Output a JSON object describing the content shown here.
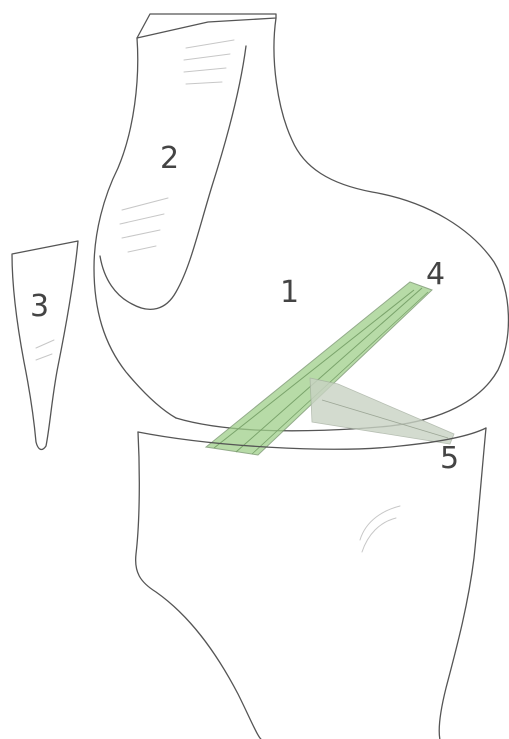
{
  "labels": {
    "femur": "1",
    "patella_surface": "2",
    "patella": "3",
    "ligament_a": "4",
    "ligament_b": "5"
  },
  "colors": {
    "outline": "#555555",
    "ligament_green": "#9fd08a",
    "ligament_gray": "#c9d3c4"
  }
}
